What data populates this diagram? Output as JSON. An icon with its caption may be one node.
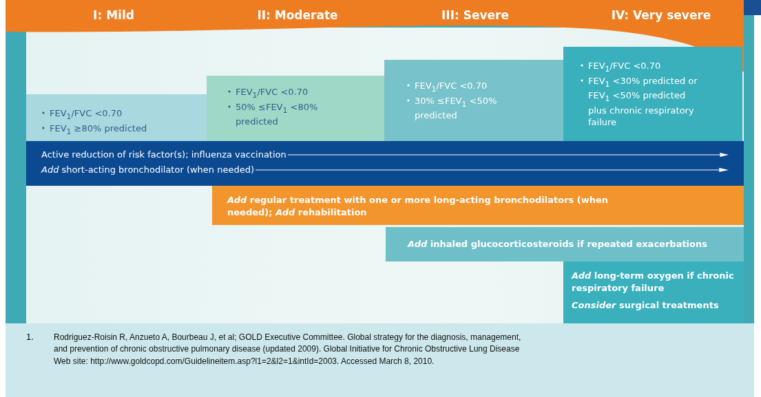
{
  "diagram": {
    "nodes": [
      {
        "text": [
          "FEV$_{1}$/FVC <0.70",
          "FEV$_{1}$ ≥80% predicted"
        ]
      },
      {
        "text": [
          "FEV$_{1}$/FVC <0.70",
          "50% ≤FEV$_{1}$ <80% predicted"
        ]
      },
      {
        "text": [
          "FEV$_{1}$/FVC <0.70",
          "30% ≤FEV$_{1}$ <50% predicted"
        ]
      },
      {
        "text": [
          "FEV$_{1}$/FVC <0.70",
          "FEV$_{1}$ <30% predicted or FEV$_{1}$ <50% predicted plus chronic respiratory failure"
        ]
      },
      {
        "text": [
          "Active reduction of risk factor(s); influenza vaccination",
          "*Add* short-acting bronchodilator (when needed)"
        ]
      },
      {
        "text": [
          "*Add* regular treatment with one or more long-acting bronchodilators (when needed); *Add* rehabilitation"
        ]
      },
      {
        "text": [
          "*Add* inhaled glucocorticosteroids if repeated exacerbations"
        ]
      },
      {
        "text": [
          "*Add* long-term oxygen if chronic respiratory failure",
          "*Consider* surgical treatments"
        ]
      }
    ],
    "labels": [
      "I: Mild",
      "II: Moderate",
      "III: Severe",
      "IV: Very severe",
      "1.",
      "Rodriguez-Roisin R, Anzueto A, Bourbeau J, et al; GOLD Executive Committee. Global strategy for the diagnosis, management, and prevention of chronic obstructive pulmonary disease (updated 2009). Global Initiative for Chronic Obstructive Lung Disease Web site: http://www.goldcopd.com/Guidelineitem.asp?l1=2&l2=1&intId=2003. Accessed March 8, 2010."
    ]
  }
}
